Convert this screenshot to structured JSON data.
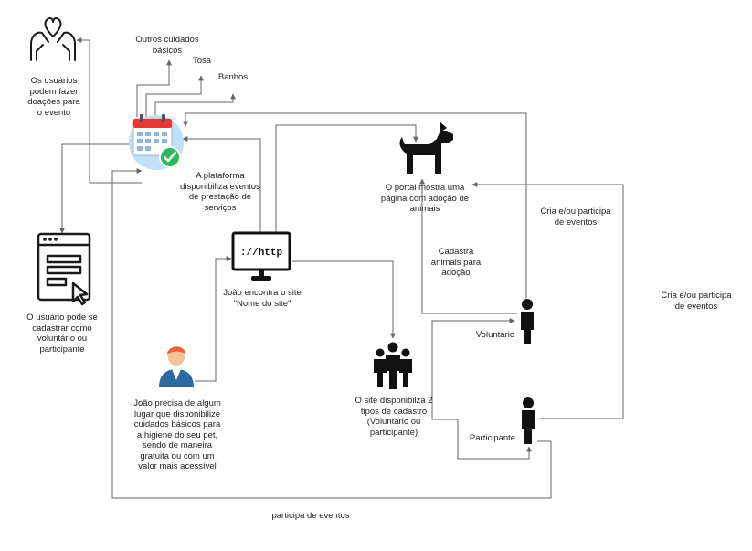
{
  "diagram": {
    "donate_label": "Os usuários\npodem fazer\ndoações para\no evento",
    "other_care_label": "Outros cuidados\nbásicos",
    "grooming_label": "Tosa",
    "bath_label": "Banhos",
    "platform_label": "A plataforma\ndisponibiliza eventos\nde prestação de\nserviços",
    "portal_label": "O portal mostra uma\npágina com adoção de\nanimais",
    "create_events_label_1": "Cria e/ou participa\nde eventos",
    "create_events_label_2": "Cria e/ou participa\nde eventos",
    "register_animals_label": "Cadastra\nanimais para\nadoção",
    "signup_label": "O usuário pode se\ncadastrar como\nvoluntário ou\nparticipante",
    "joao_finds_label": "João encontra o site\n\"Nome do site\"",
    "volunteer_label": "Voluntário",
    "participant_label": "Participante",
    "site_types_label": "O site disponibilza 2\ntipos de cadastro\n(Voluntário ou\nparticipante)",
    "joao_needs_label": "João precisa de algum\nlugar que disponibilize\ncuidados básicos para\na higiene do seu pet,\nsendo de maneira\ngratuita ou com um\nvalor mais acessível",
    "participates_label": "participa de eventos",
    "http_text": "://http"
  },
  "icons": {
    "heart_hands": "heart-hands-icon",
    "calendar": "calendar-check-icon",
    "dog": "dog-icon",
    "form": "signup-form-icon",
    "monitor": "http-monitor-icon",
    "person": "person-icon",
    "group": "group-icon",
    "user_avatar": "user-avatar-icon"
  },
  "colors": {
    "line": "#666666",
    "calendar_red": "#e53935",
    "calendar_blue": "#bfe0f7",
    "check_green": "#2eb85c",
    "avatar_orange": "#e8663b",
    "avatar_blue": "#2c6aa0"
  }
}
